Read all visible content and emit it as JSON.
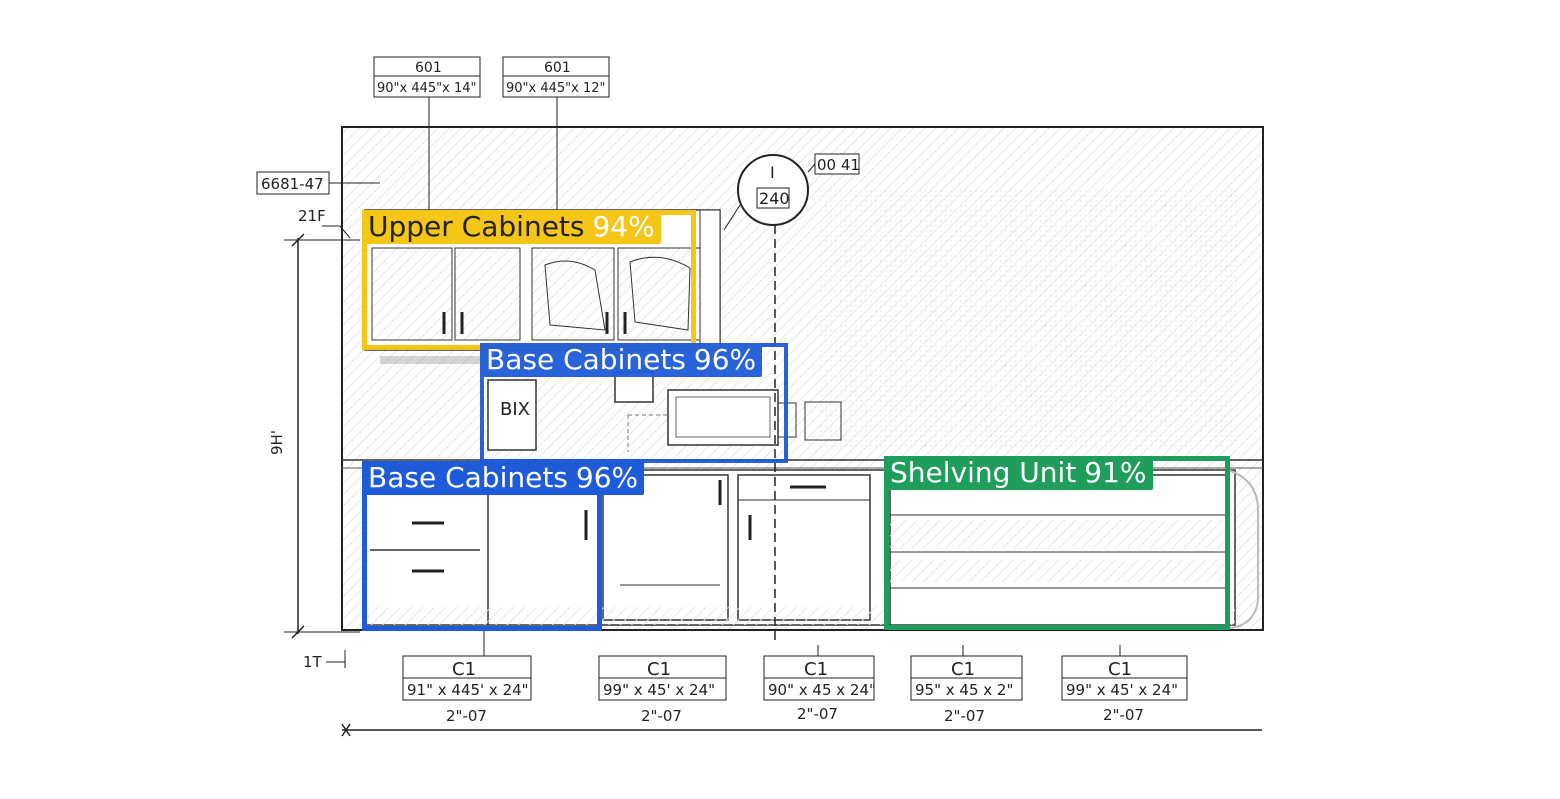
{
  "drawing": {
    "top_tags": [
      {
        "code": "601",
        "dims": "90\"x 445\"x 14\""
      },
      {
        "code": "601",
        "dims": "90\"x 445\"x 12\""
      }
    ],
    "left_tag": "6681-47",
    "left_small_label": "21F",
    "height_dim": "9H'",
    "bottom_left_label": "1T",
    "section_callout": {
      "top": "I",
      "bottom": "240",
      "side_tag": "00 41"
    },
    "appliance_label": "BIX",
    "bottom_tags": [
      {
        "code": "C1",
        "dims": "91\" x 445' x 24\"",
        "sub": "2\"-07"
      },
      {
        "code": "C1",
        "dims": "99\" x 45' x 24\"",
        "sub": "2\"-07"
      },
      {
        "code": "C1",
        "dims": "90\" x 45 x 24\"",
        "sub": "2\"-07"
      },
      {
        "code": "C1",
        "dims": "95\" x 45 x 2\"",
        "sub": "2\"-07"
      },
      {
        "code": "C1",
        "dims": "99\" x 45' x 24\"",
        "sub": "2\"-07"
      }
    ]
  },
  "detections": [
    {
      "label": "Upper Cabinets",
      "confidence": "94%",
      "color": "#F5C518"
    },
    {
      "label": "Base Cabinets",
      "confidence": "96%",
      "color": "#1E5BD8"
    },
    {
      "label": "Base Cabinets",
      "confidence": "96%",
      "color": "#1E5BD8"
    },
    {
      "label": "Shelving Unit",
      "confidence": "91%",
      "color": "#1E9E5A"
    }
  ]
}
